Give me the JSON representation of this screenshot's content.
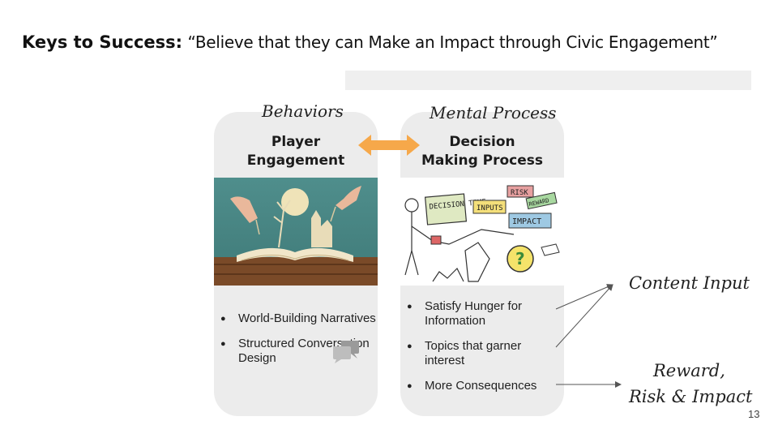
{
  "title": {
    "bold": "Keys to Success:",
    "quote": "“Believe that they can Make an Impact through Civic Engagement”"
  },
  "left_card": {
    "label": "Behaviors",
    "heading_line1": "Player",
    "heading_line2": "Engagement",
    "bullets": [
      "World-Building Narratives",
      "Structured Conversation Design"
    ]
  },
  "right_card": {
    "label": "Mental Process",
    "heading_line1": "Decision",
    "heading_line2": "Making Process",
    "bullets": [
      "Satisfy Hunger for Information",
      "Topics that garner interest",
      "More Consequences"
    ]
  },
  "sketch_labels": {
    "decision_time": "DECISION TIME",
    "inputs": "INPUTS",
    "risk": "RISK",
    "reward": "REWARD",
    "impact": "IMPACT"
  },
  "annotations": {
    "content_input": "Content Input",
    "reward_line1": "Reward,",
    "reward_line2": "Risk & Impact"
  },
  "page_number": "13",
  "colors": {
    "card_bg": "#ececec",
    "arrow": "#f6a84a",
    "accent_bar": "#efefef"
  },
  "icons": [
    "double-arrow-icon",
    "chat-bubbles-icon",
    "question-mark-icon"
  ]
}
